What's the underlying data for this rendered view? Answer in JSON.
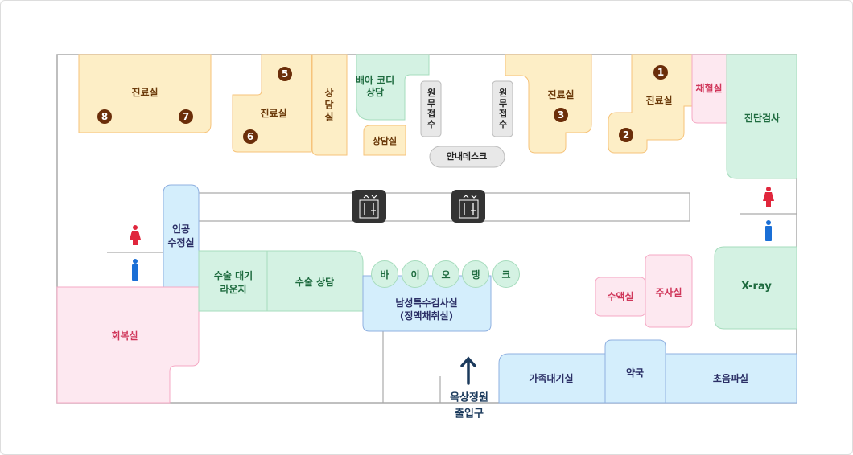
{
  "colors": {
    "clinic_fill": "#fdeec6",
    "clinic_border": "#f6c37a",
    "green_fill": "#d4f2e3",
    "green_border": "#a6dcbd",
    "pink_fill": "#fde8f0",
    "pink_border": "#f5a9c4",
    "blue_fill": "#d4eefc",
    "blue_border": "#8fb0e0",
    "badge": "#6b2e0a",
    "arrow": "#1b3a5c"
  },
  "rooms": {
    "clinic_78": {
      "label": "진료실",
      "badges": [
        "8",
        "7"
      ]
    },
    "clinic_56": {
      "label": "진료실",
      "badges": [
        "5",
        "6"
      ]
    },
    "consult_vertical": {
      "label": "상담실"
    },
    "embryo_consult": {
      "label_line1": "배아 코디",
      "label_line2": "상담"
    },
    "consult_small": {
      "label": "상담실"
    },
    "reception_1": {
      "label": "원무접수"
    },
    "reception_2": {
      "label": "원무접수"
    },
    "info_desk": {
      "label": "안내데스크"
    },
    "clinic_3": {
      "label": "진료실",
      "badge": "3"
    },
    "clinic_12": {
      "label": "진료실",
      "badges": [
        "1",
        "2"
      ]
    },
    "blood_draw": {
      "label": "채혈실"
    },
    "lab_test": {
      "label": "진단검사"
    },
    "ivf": {
      "label_line1": "인공",
      "label_line2": "수정실"
    },
    "recovery": {
      "label": "회복실"
    },
    "surgery_lounge": {
      "label_line1": "수술 대기",
      "label_line2": "라운지"
    },
    "surgery_consult": {
      "label": "수술 상담"
    },
    "male_exam": {
      "label_line1": "남성특수검사실",
      "label_line2": "(정액채취실)"
    },
    "biotank": [
      "바",
      "이",
      "오",
      "탱",
      "크"
    ],
    "iv_room": {
      "label": "수액실"
    },
    "injection": {
      "label": "주사실"
    },
    "xray": {
      "label": "X-ray"
    },
    "family_wait": {
      "label": "가족대기실"
    },
    "pharmacy": {
      "label": "약국"
    },
    "ultrasound": {
      "label": "초음파실"
    }
  },
  "entrance": {
    "line1": "옥상정원",
    "line2": "출입구"
  },
  "icons": [
    "elevator-icon",
    "female-restroom-icon",
    "male-restroom-icon",
    "up-arrow-icon"
  ]
}
